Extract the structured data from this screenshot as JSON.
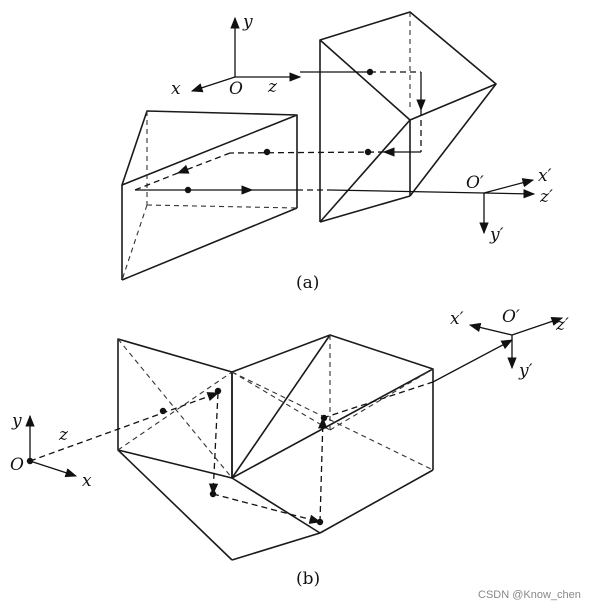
{
  "labels": {
    "a_origin": "O",
    "a_x": "x",
    "a_y": "y",
    "a_z": "z",
    "a_origin_out": "O′",
    "a_x_out": "x′",
    "a_y_out": "y′",
    "a_z_out": "z′",
    "b_origin": "O",
    "b_x": "x",
    "b_y": "y",
    "b_z": "z",
    "b_origin_out": "O′",
    "b_x_out": "x′",
    "b_y_out": "y′",
    "b_z_out": "z′"
  },
  "captions": {
    "a": "(a)",
    "b": "(b)"
  },
  "watermark": "CSDN @Know_chen"
}
